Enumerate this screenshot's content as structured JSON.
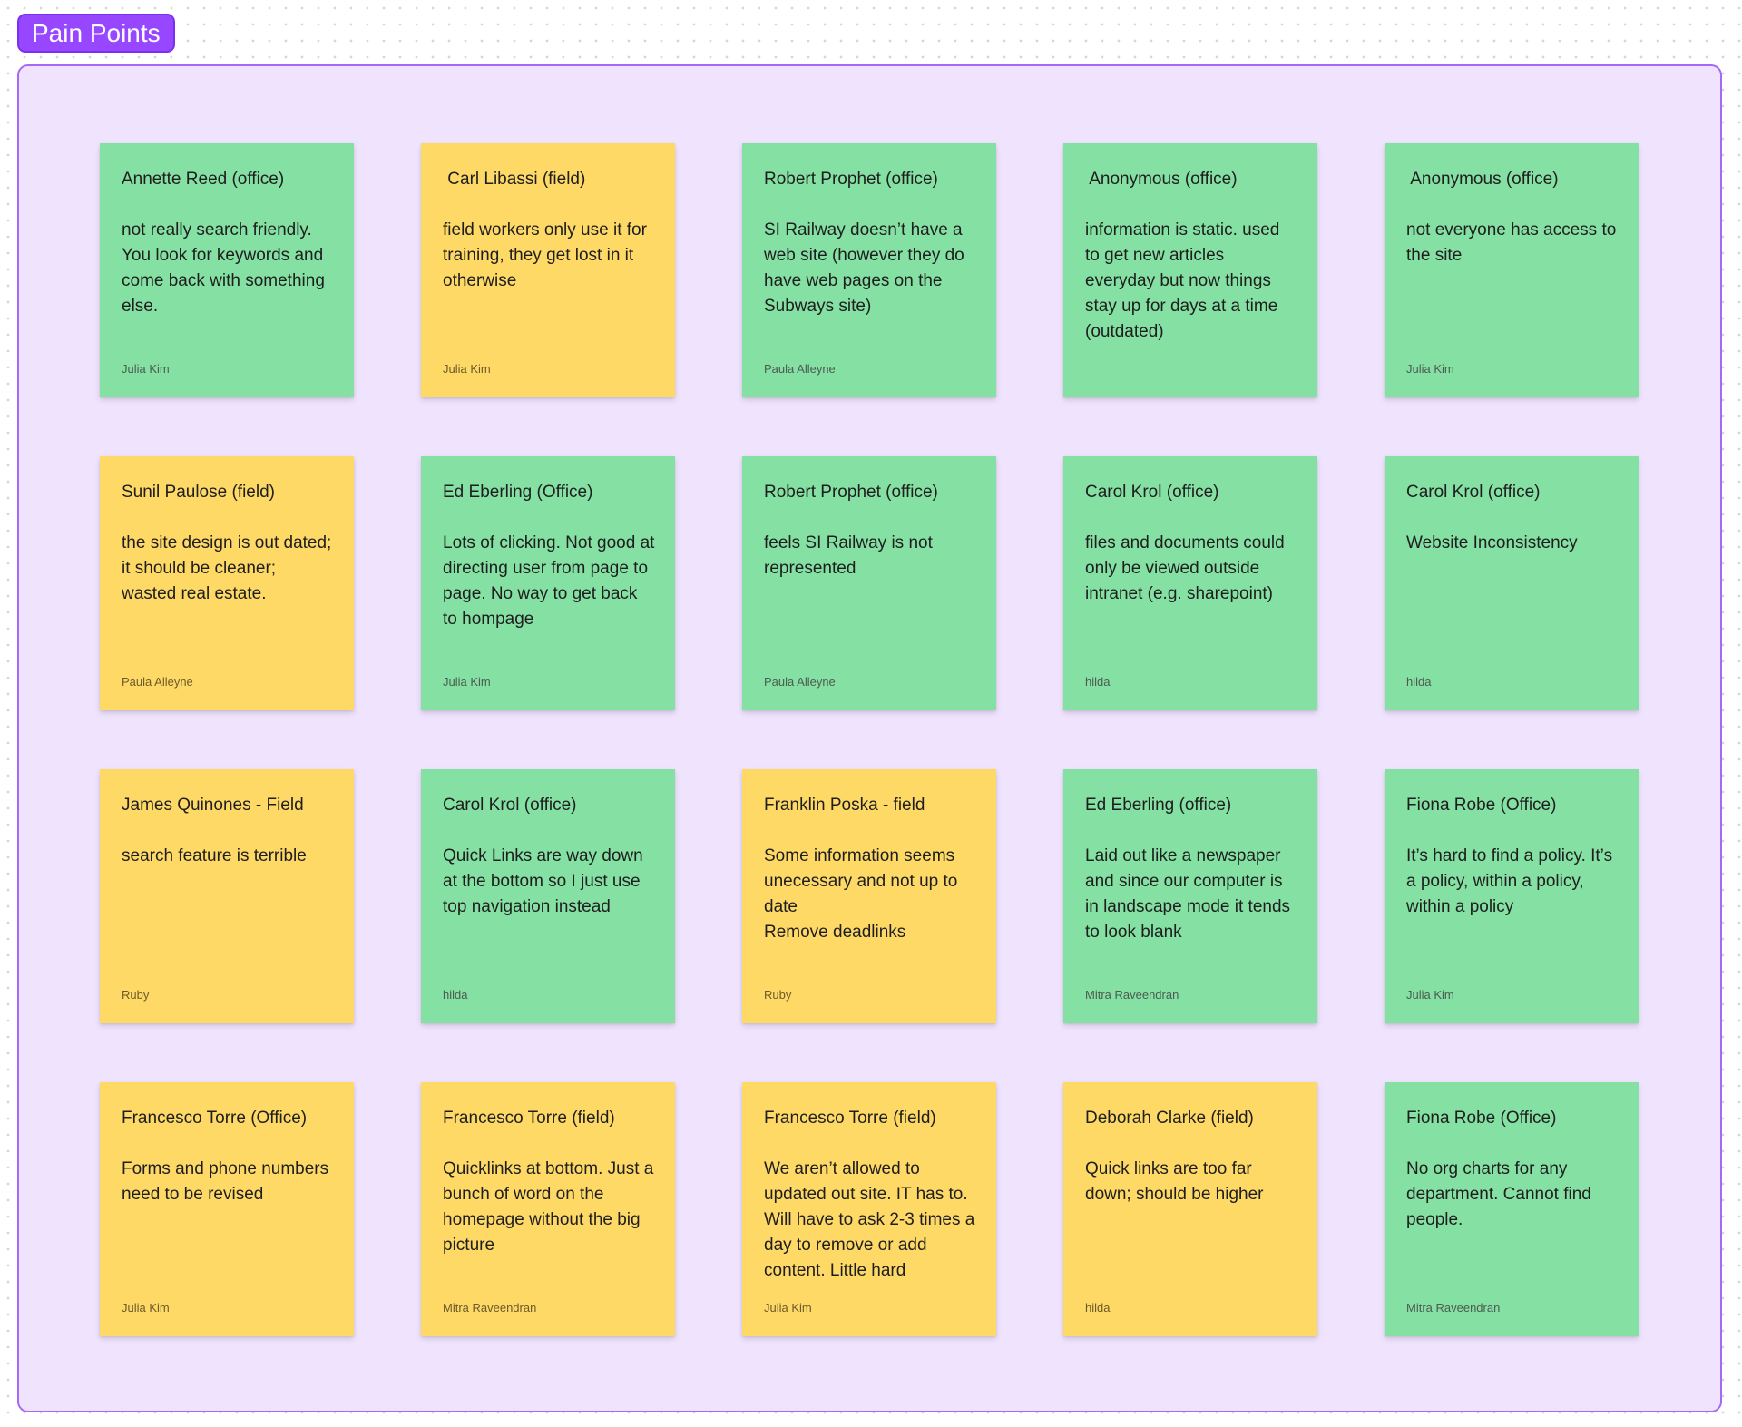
{
  "section": {
    "title": "Pain Points"
  },
  "colors": {
    "green": "#85e0a3",
    "yellow": "#ffd966",
    "section_fill": "#efe3fd",
    "accent": "#9747ff"
  },
  "notes": [
    {
      "color": "green",
      "name": "Annette Reed (office)",
      "body": "not really search friendly. You look for keywords and come back with something else.",
      "author": "Julia Kim"
    },
    {
      "color": "yellow",
      "name": " Carl Libassi (field)",
      "body": "field workers only use it for training, they get lost in it otherwise",
      "author": "Julia Kim"
    },
    {
      "color": "green",
      "name": "Robert Prophet (office)",
      "body": "SI Railway doesn’t have a web site (however they do have web pages on the Subways site)",
      "author": "Paula Alleyne"
    },
    {
      "color": "green",
      "name": " Anonymous (office)",
      "body": "information is static. used to get new articles everyday but now things stay up for days at a time (outdated)",
      "author": ""
    },
    {
      "color": "green",
      "name": " Anonymous (office)",
      "body": "not everyone has access to the site",
      "author": "Julia Kim"
    },
    {
      "color": "yellow",
      "name": "Sunil Paulose (field)",
      "body": "the site design is out dated; it should be cleaner; wasted real estate.",
      "author": "Paula Alleyne"
    },
    {
      "color": "green",
      "name": "Ed Eberling (Office)",
      "body": "Lots of clicking. Not good at directing user from page to page. No way to get back to hompage",
      "author": "Julia Kim"
    },
    {
      "color": "green",
      "name": "Robert Prophet (office)",
      "body": "feels SI Railway is not represented",
      "author": "Paula Alleyne"
    },
    {
      "color": "green",
      "name": "Carol Krol (office)",
      "body": "files and documents could only be viewed outside intranet (e.g. sharepoint)",
      "author": "hilda"
    },
    {
      "color": "green",
      "name": "Carol Krol (office)",
      "body": "Website Inconsistency",
      "author": "hilda"
    },
    {
      "color": "yellow",
      "name": "James Quinones - Field",
      "body": "search feature is terrible",
      "author": "Ruby"
    },
    {
      "color": "green",
      "name": "Carol Krol (office)",
      "body": "Quick Links are way down at the bottom so I just use top navigation instead",
      "author": "hilda"
    },
    {
      "color": "yellow",
      "name": "Franklin Poska - field",
      "body": "Some information seems unecessary and not up to date\nRemove deadlinks",
      "author": "Ruby"
    },
    {
      "color": "green",
      "name": "Ed Eberling (office)",
      "body": "Laid out like a newspaper and since our computer is in landscape mode it tends to look blank",
      "author": "Mitra Raveendran"
    },
    {
      "color": "green",
      "name": "Fiona Robe (Office)",
      "body": "It’s hard to find a policy. It’s a policy, within a policy, within a policy",
      "author": "Julia Kim"
    },
    {
      "color": "yellow",
      "name": "Francesco Torre (Office)",
      "body": "Forms and phone numbers need to be revised",
      "author": "Julia Kim"
    },
    {
      "color": "yellow",
      "name": "Francesco Torre (field)",
      "body": "Quicklinks at bottom. Just a bunch of word on the homepage without the big picture",
      "author": "Mitra Raveendran"
    },
    {
      "color": "yellow",
      "name": "Francesco Torre (field)",
      "body": "We aren’t allowed to updated out site. IT has to. Will have to ask 2-3 times a day to remove or add content. Little hard",
      "author": "Julia Kim"
    },
    {
      "color": "yellow",
      "name": "Deborah Clarke (field)",
      "body": "Quick links are too far down; should be higher",
      "author": "hilda"
    },
    {
      "color": "green",
      "name": "Fiona Robe (Office)",
      "body": "No org charts for any department. Cannot find people.",
      "author": "Mitra Raveendran"
    }
  ]
}
